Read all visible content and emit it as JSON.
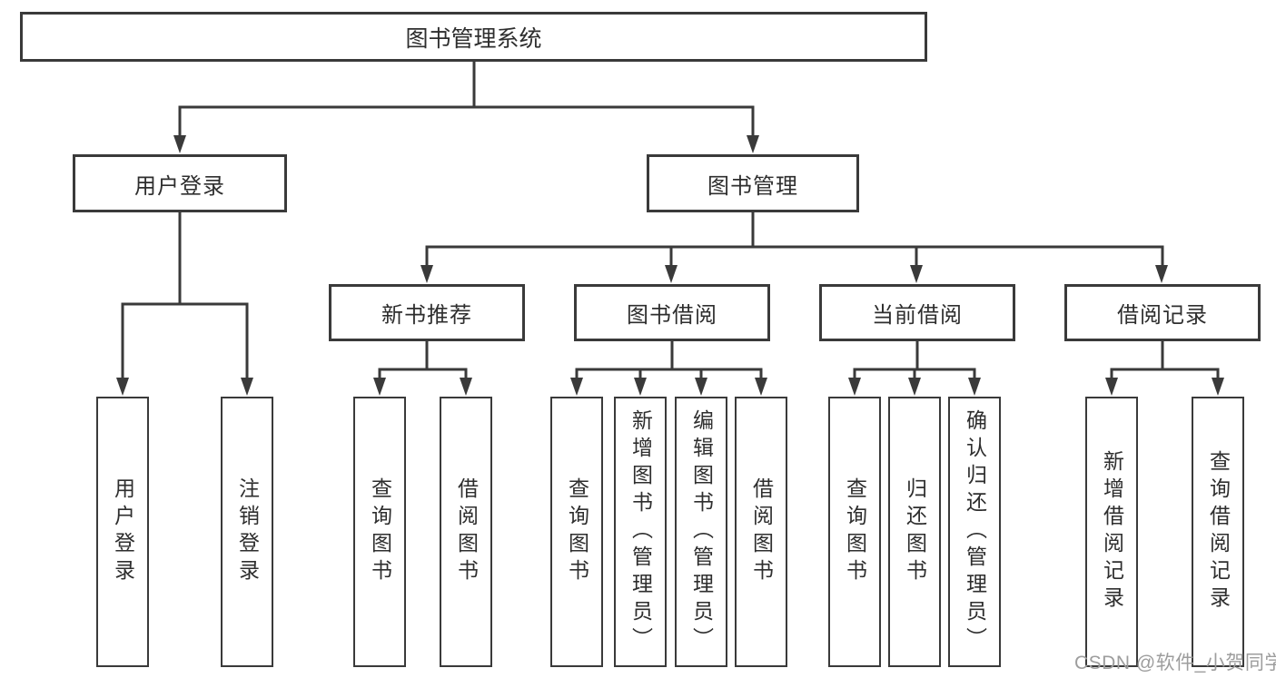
{
  "diagram": {
    "root": {
      "label": "图书管理系统"
    },
    "level2": [
      {
        "label": "用户登录",
        "children": [
          {
            "label": "用户登录"
          },
          {
            "label": "注销登录"
          }
        ]
      },
      {
        "label": "图书管理",
        "groups": [
          {
            "label": "新书推荐",
            "children": [
              {
                "label": "查询图书"
              },
              {
                "label": "借阅图书"
              }
            ]
          },
          {
            "label": "图书借阅",
            "children": [
              {
                "label": "查询图书"
              },
              {
                "label": "新增图书（管理员）"
              },
              {
                "label": "编辑图书（管理员）"
              },
              {
                "label": "借阅图书"
              }
            ]
          },
          {
            "label": "当前借阅",
            "children": [
              {
                "label": "查询图书"
              },
              {
                "label": "归还图书"
              },
              {
                "label": "确认归还（管理员）"
              }
            ]
          },
          {
            "label": "借阅记录",
            "children": [
              {
                "label": "新增借阅记录"
              },
              {
                "label": "查询借阅记录"
              }
            ]
          }
        ]
      }
    ]
  },
  "watermark": {
    "text": "CSDN @软件_小贺同学"
  },
  "colors": {
    "line": "#3a3a3a",
    "text": "#2e2e2e",
    "box_background": "#ffffff",
    "watermark": "#9d9d9d",
    "background": "#ffffff"
  }
}
